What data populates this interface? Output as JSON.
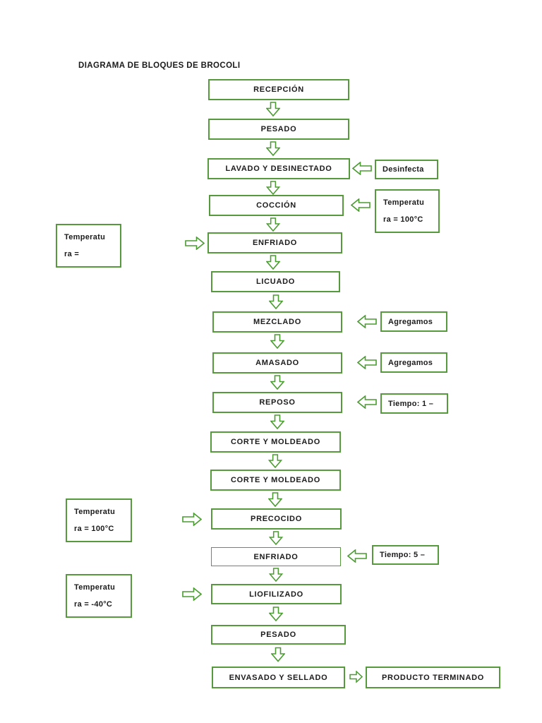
{
  "page": {
    "title": "DIAGRAMA DE BLOQUES DE BROCOLI"
  },
  "colors": {
    "box_border": "#579a3e",
    "arrow_outline": "#4a9c31",
    "text": "#1b1b1b",
    "background": "#ffffff"
  },
  "nodes": {
    "recepcion": "RECEPCIÓN",
    "pesado_1": "PESADO",
    "lavado": "LAVADO Y DESINECTADO",
    "coccion": "COCCIÓN",
    "enfriado_1": "ENFRIADO",
    "licuado": "LICUADO",
    "mezclado": "MEZCLADO",
    "amasado": "AMASADO",
    "reposo": "REPOSO",
    "corte_1": "CORTE Y MOLDEADO",
    "corte_2": "CORTE Y MOLDEADO",
    "precocido": "PRECOCIDO",
    "enfriado_2": "ENFRIADO",
    "liofilizado": "LIOFILIZADO",
    "pesado_2": "PESADO",
    "envasado": "ENVASADO Y SELLADO",
    "producto_terminado": "PRODUCTO TERMINADO"
  },
  "annotations": {
    "desinfecta": "Desinfecta",
    "temp_coccion": {
      "line1": "Temperatu",
      "line2": "ra = 100°C"
    },
    "temp_enfriado": {
      "line1": "Temperatu",
      "line2": "ra ="
    },
    "agregamos_mezclado": "Agregamos",
    "agregamos_amasado": "Agregamos",
    "tiempo_reposo": "Tiempo: 1 –",
    "temp_precocido": {
      "line1": "Temperatu",
      "line2": "ra = 100°C"
    },
    "tiempo_enfriado": "Tiempo: 5 –",
    "temp_liofilizado": {
      "line1": "Temperatu",
      "line2": "ra = -40°C"
    }
  }
}
